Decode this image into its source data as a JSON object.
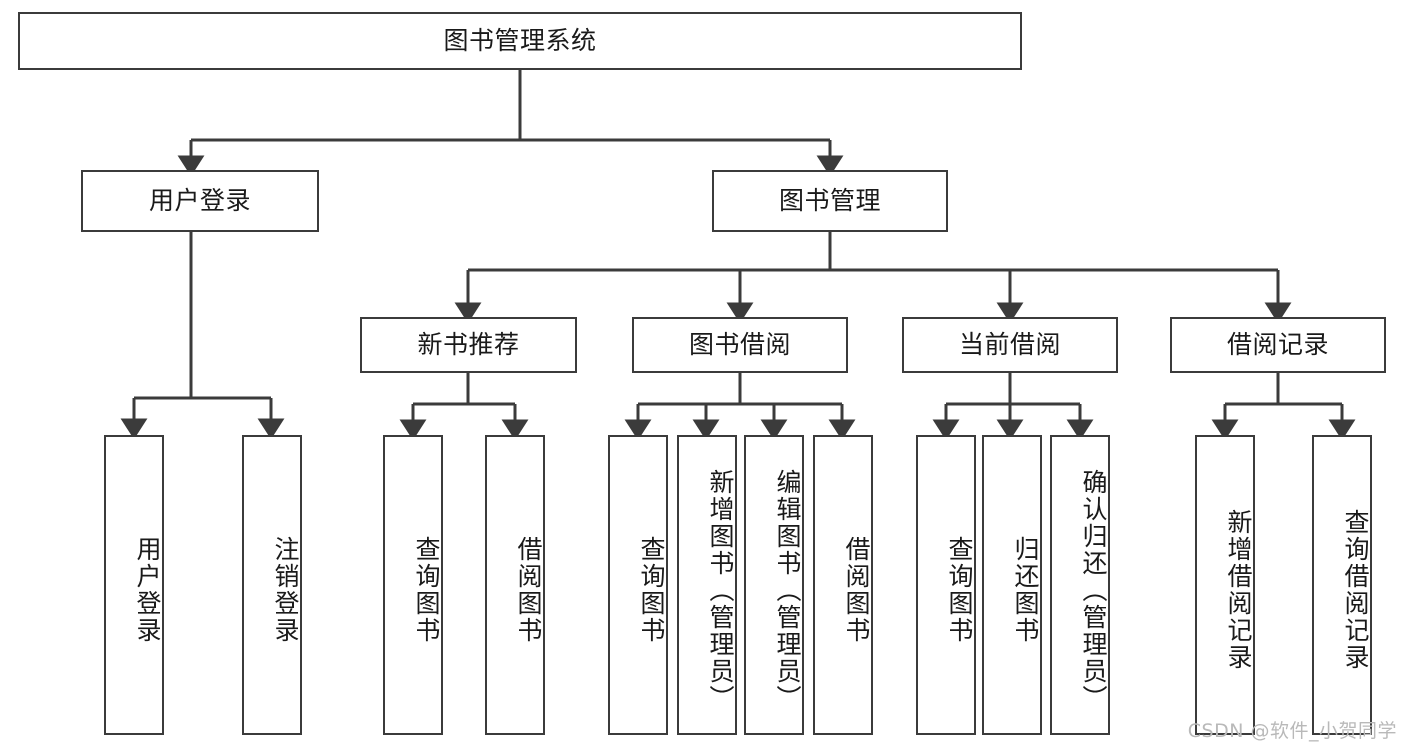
{
  "diagram": {
    "title": "图书管理系统",
    "type": "tree-hierarchy",
    "stroke_color": "#3b3b3b",
    "fill_color": "#ffffff",
    "text_color": "#1a1a1a",
    "nodes": {
      "root": {
        "label": "图书管理系统",
        "level": 1
      },
      "l2_login": {
        "label": "用户登录",
        "level": 2
      },
      "l2_bookmgmt": {
        "label": "图书管理",
        "level": 2
      },
      "l3_newbook": {
        "label": "新书推荐",
        "level": 3
      },
      "l3_borrow": {
        "label": "图书借阅",
        "level": 3
      },
      "l3_current": {
        "label": "当前借阅",
        "level": 3
      },
      "l3_record": {
        "label": "借阅记录",
        "level": 3
      },
      "leaf_user_login": {
        "label": "用户登录",
        "level": 4
      },
      "leaf_logout": {
        "label": "注销登录",
        "level": 4
      },
      "leaf_query_book_a": {
        "label": "查询图书",
        "level": 4
      },
      "leaf_borrow_book_a": {
        "label": "借阅图书",
        "level": 4
      },
      "leaf_query_book_b": {
        "label": "查询图书",
        "level": 4
      },
      "leaf_add_book": {
        "label": "新增图书（管理员）",
        "level": 4
      },
      "leaf_edit_book": {
        "label": "编辑图书（管理员）",
        "level": 4
      },
      "leaf_borrow_book_b": {
        "label": "借阅图书",
        "level": 4
      },
      "leaf_query_book_c": {
        "label": "查询图书",
        "level": 4
      },
      "leaf_return_book": {
        "label": "归还图书",
        "level": 4
      },
      "leaf_confirm_return": {
        "label": "确认归还（管理员）",
        "level": 4
      },
      "leaf_add_record": {
        "label": "新增借阅记录",
        "level": 4
      },
      "leaf_query_record": {
        "label": "查询借阅记录",
        "level": 4
      }
    }
  },
  "watermark": {
    "text": "CSDN @软件_小贺同学"
  }
}
